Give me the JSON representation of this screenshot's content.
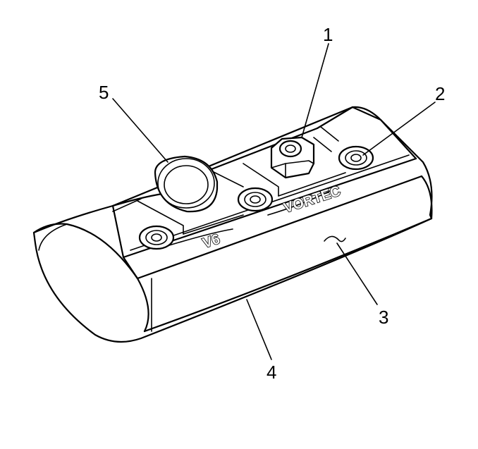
{
  "diagram": {
    "callouts": [
      {
        "id": "1",
        "label": "1"
      },
      {
        "id": "2",
        "label": "2"
      },
      {
        "id": "3",
        "label": "3"
      },
      {
        "id": "4",
        "label": "4"
      },
      {
        "id": "5",
        "label": "5"
      }
    ],
    "embossed_text": {
      "v6": "V6",
      "vortec": "VORTEC"
    }
  }
}
